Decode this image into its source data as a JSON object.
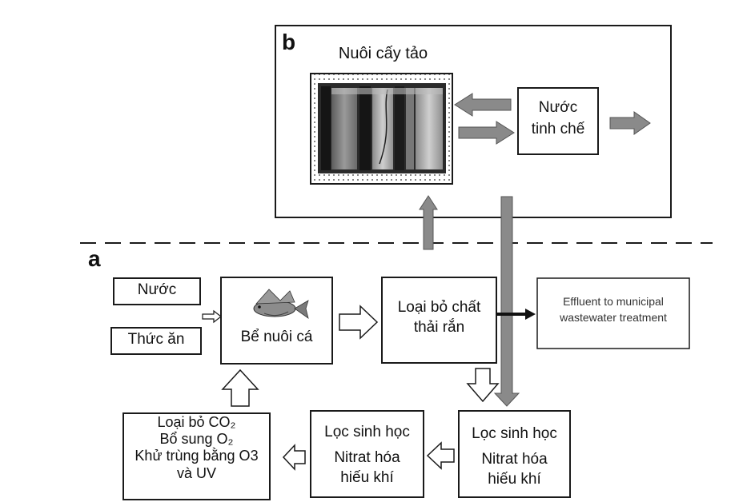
{
  "panels": {
    "b": "b",
    "a": "a"
  },
  "algae": {
    "title": "Nuôi cấy tảo"
  },
  "refined_water": {
    "line1": "Nước",
    "line2": "tinh chế"
  },
  "inputs": {
    "water": "Nước",
    "feed": "Thức ăn"
  },
  "fish_tank": {
    "label": "Bể nuôi cá",
    "icon": "fish-icon"
  },
  "solid_removal": {
    "line1": "Loại bỏ chất",
    "line2": "thải rắn"
  },
  "effluent": {
    "line1": "Effluent to municipal",
    "line2": "wastewater treatment"
  },
  "biofilter_right": {
    "line1": "Lọc sinh học",
    "line2": "Nitrat hóa",
    "line3": "hiếu khí"
  },
  "biofilter_mid": {
    "line1": "Lọc sinh học",
    "line2": "Nitrat hóa",
    "line3": "hiếu khí"
  },
  "treatment": {
    "line1": "Loại bỏ CO₂",
    "line2": "Bổ sung O₂",
    "line3": "Khử trùng bằng O3",
    "line4": "và UV"
  },
  "colors": {
    "line": "#1a1a1a",
    "arrow_gray": "#8a8a8a",
    "arrow_dark": "#777777",
    "dots": "#333333"
  }
}
